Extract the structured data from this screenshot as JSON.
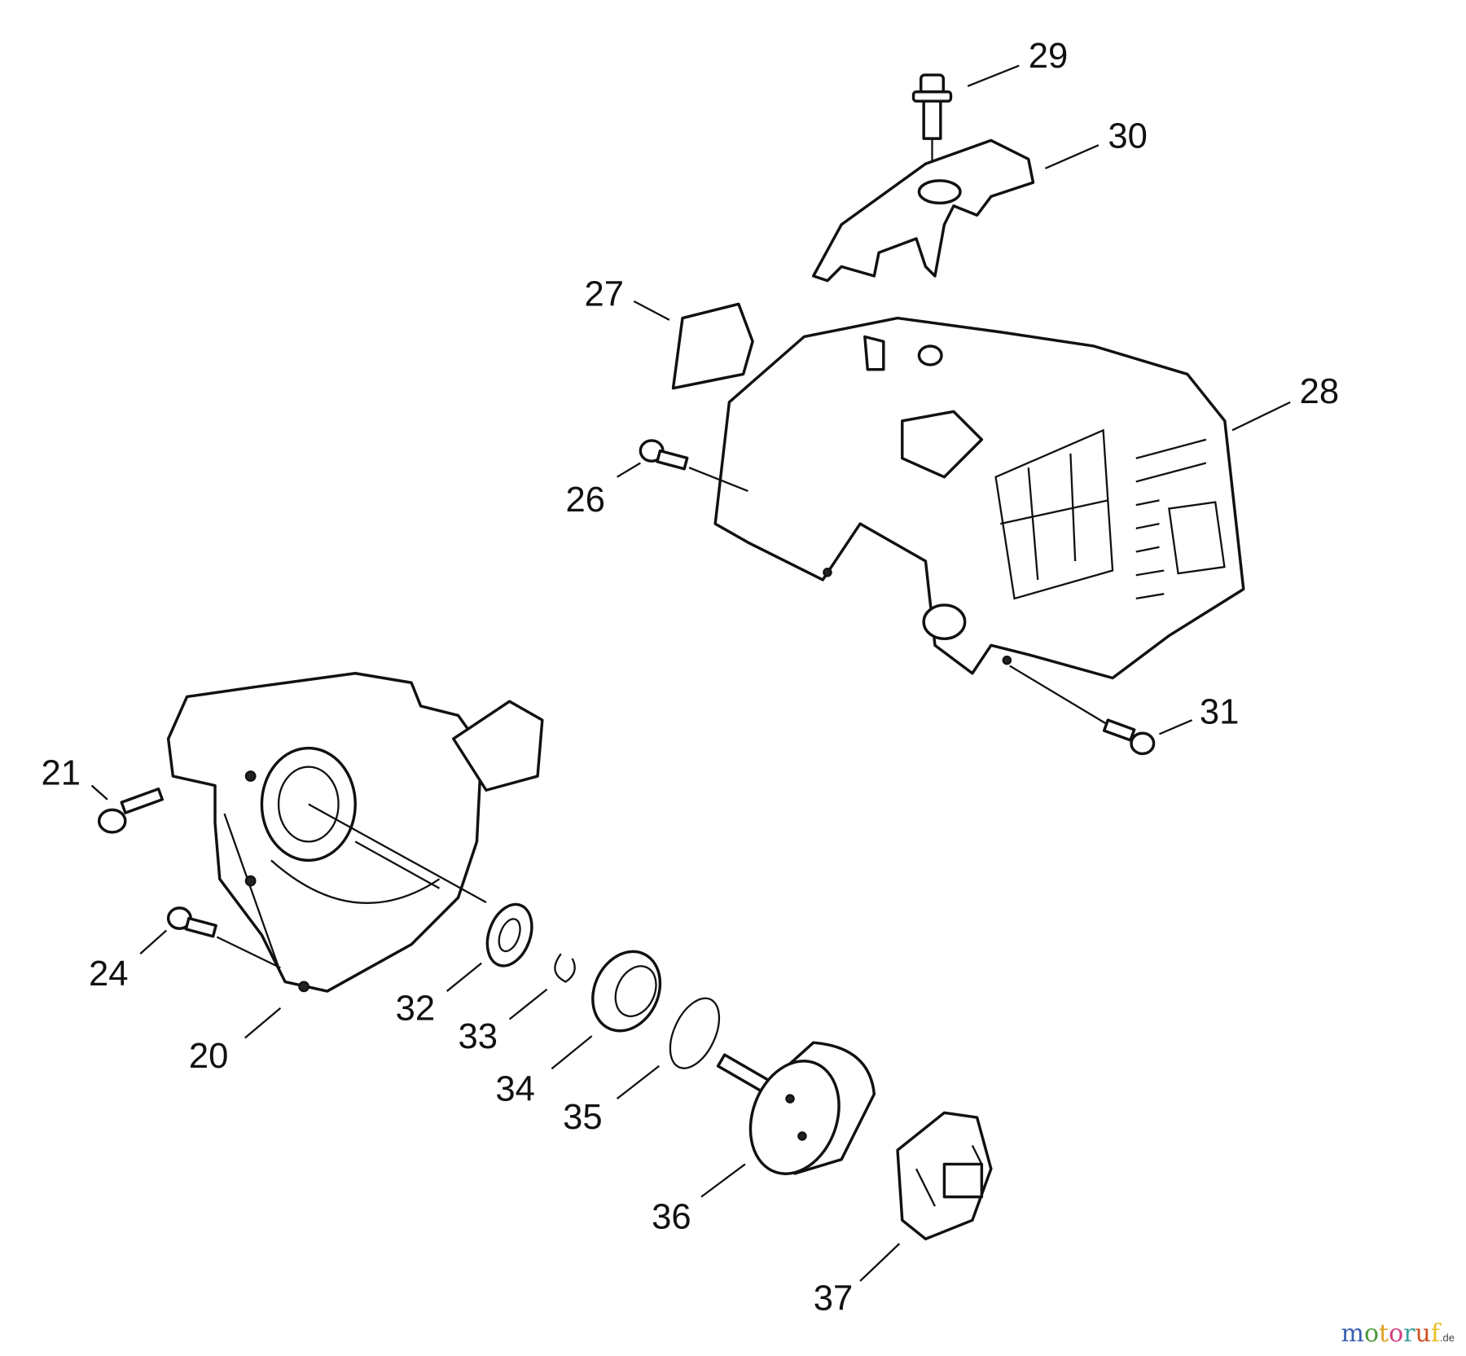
{
  "diagram": {
    "callouts": {
      "p20": "20",
      "p21": "21",
      "p24": "24",
      "p26": "26",
      "p27": "27",
      "p28": "28",
      "p29": "29",
      "p30": "30",
      "p31": "31",
      "p32": "32",
      "p33": "33",
      "p34": "34",
      "p35": "35",
      "p36": "36",
      "p37": "37"
    }
  },
  "watermark": {
    "brand": "motoruf",
    "tld": ".de",
    "colors": [
      "#3a5fb0",
      "#4a9a3a",
      "#e0a020",
      "#d04080",
      "#3aa0a0",
      "#d05020",
      "#e8c020"
    ]
  }
}
